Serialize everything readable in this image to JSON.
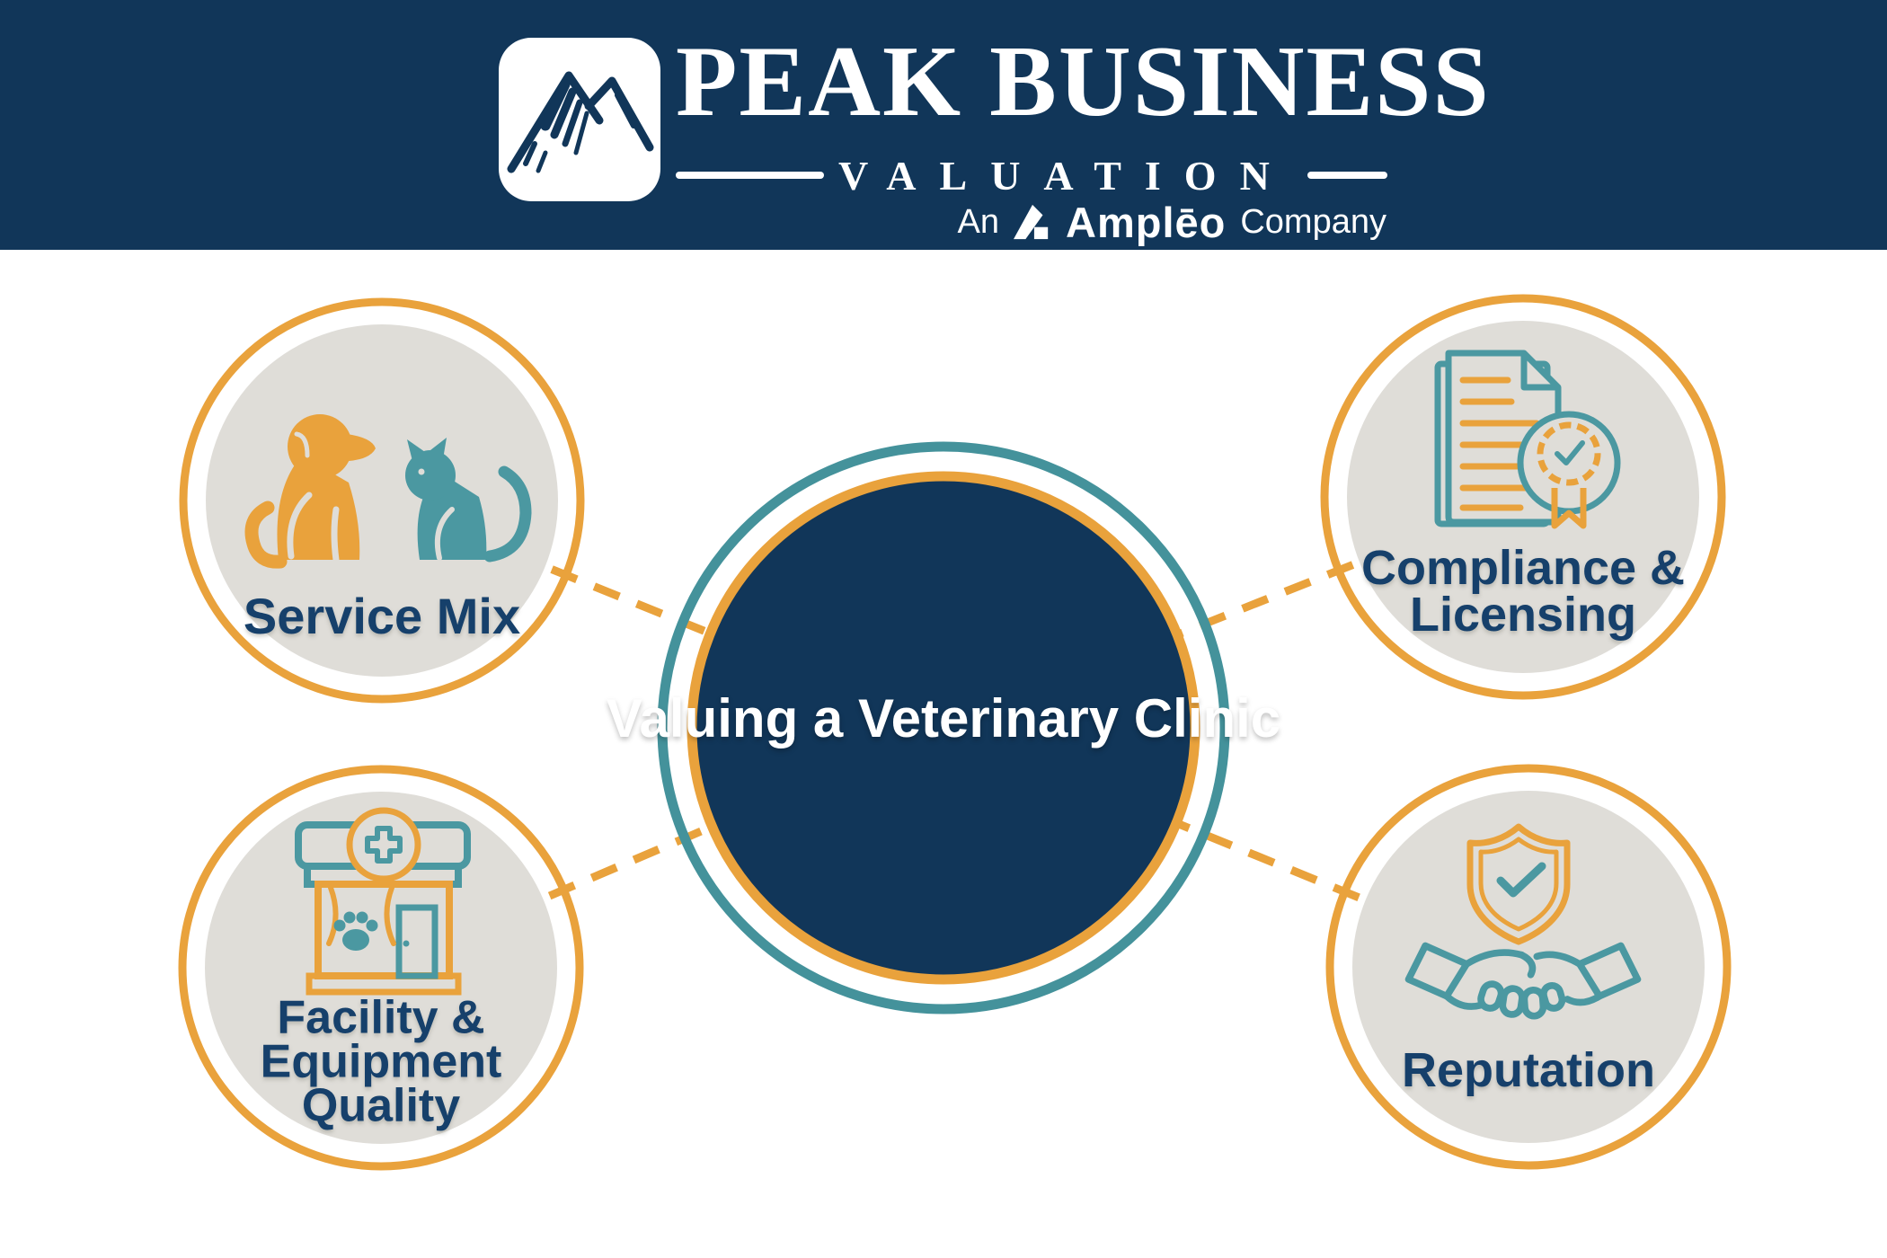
{
  "header": {
    "brand_name": "PEAK BUSINESS",
    "brand_subtitle": "VALUATION",
    "company_line": {
      "prefix": "An",
      "brand": "Amplēo",
      "suffix": "Company"
    }
  },
  "diagram": {
    "center": {
      "line1": "Valuing a",
      "line2": "Veterinary",
      "line3": "Clinic"
    },
    "nodes": [
      {
        "id": "service-mix",
        "label_line1": "Service Mix",
        "icon": "dog-and-cat"
      },
      {
        "id": "compliance-licensing",
        "label_line1": "Compliance &",
        "label_line2": "Licensing",
        "icon": "certified-documents"
      },
      {
        "id": "facility-equipment-quality",
        "label_line1": "Facility &",
        "label_line2": "Equipment",
        "label_line3": "Quality",
        "icon": "clinic-storefront"
      },
      {
        "id": "reputation",
        "label_line1": "Reputation",
        "icon": "shield-handshake"
      }
    ]
  },
  "colors": {
    "navy": "#113659",
    "orange": "#E9A23C",
    "teal": "#44929B",
    "icon_teal": "#4B98A1",
    "disc_grey": "#DFDDD8",
    "label_navy": "#16406B"
  }
}
